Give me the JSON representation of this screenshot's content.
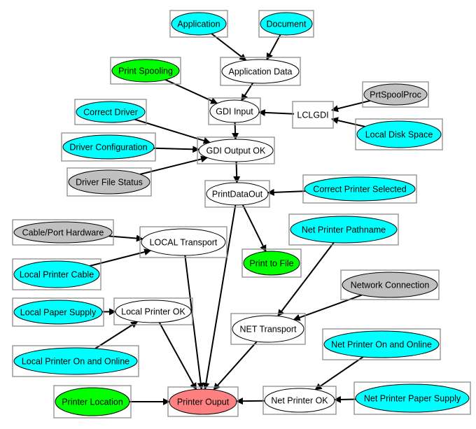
{
  "colors": {
    "cyan": "#00ffff",
    "white": "#ffffff",
    "gray": "#c0c0c0",
    "green": "#00ff00",
    "pink": "#ff8080"
  },
  "nodes": [
    {
      "id": "application",
      "label": "Application",
      "color": "cyan"
    },
    {
      "id": "document",
      "label": "Document",
      "color": "cyan"
    },
    {
      "id": "application-data",
      "label": "Application Data",
      "color": "white"
    },
    {
      "id": "print-spooling",
      "label": "Print Spooling",
      "color": "green"
    },
    {
      "id": "prt-spool-proc",
      "label": "PrtSpoolProc",
      "color": "gray"
    },
    {
      "id": "gdi-input",
      "label": "GDI Input",
      "color": "white"
    },
    {
      "id": "lclgdi",
      "label": "LCLGDI",
      "color": "white",
      "shape": "box"
    },
    {
      "id": "correct-driver",
      "label": "Correct Driver",
      "color": "cyan"
    },
    {
      "id": "local-disk-space",
      "label": "Local Disk Space",
      "color": "cyan"
    },
    {
      "id": "driver-configuration",
      "label": "Driver Configuration",
      "color": "cyan"
    },
    {
      "id": "gdi-output-ok",
      "label": "GDI Output OK",
      "color": "white"
    },
    {
      "id": "driver-file-status",
      "label": "Driver File Status",
      "color": "gray"
    },
    {
      "id": "print-data-out",
      "label": "PrintDataOut",
      "color": "white"
    },
    {
      "id": "correct-printer-selected",
      "label": "Correct Printer Selected",
      "color": "cyan"
    },
    {
      "id": "cable-port-hardware",
      "label": "Cable/Port Hardware",
      "color": "gray"
    },
    {
      "id": "local-transport",
      "label": "LOCAL Transport",
      "color": "white"
    },
    {
      "id": "net-printer-pathname",
      "label": "Net Printer Pathname",
      "color": "cyan"
    },
    {
      "id": "print-to-file",
      "label": "Print to File",
      "color": "green"
    },
    {
      "id": "local-printer-cable",
      "label": "Local Printer Cable",
      "color": "cyan"
    },
    {
      "id": "network-connection",
      "label": "Network Connection",
      "color": "gray"
    },
    {
      "id": "local-paper-supply",
      "label": "Local Paper Supply",
      "color": "cyan"
    },
    {
      "id": "local-printer-ok",
      "label": "Local Printer OK",
      "color": "white"
    },
    {
      "id": "net-transport",
      "label": "NET Transport",
      "color": "white"
    },
    {
      "id": "net-printer-on-online",
      "label": "Net Printer On and Online",
      "color": "cyan"
    },
    {
      "id": "local-printer-on-online",
      "label": "Local Printer On and Online",
      "color": "cyan"
    },
    {
      "id": "printer-location",
      "label": "Printer Location",
      "color": "green"
    },
    {
      "id": "printer-output",
      "label": "Printer Ouput",
      "color": "pink"
    },
    {
      "id": "net-printer-ok",
      "label": "Net Printer OK",
      "color": "white"
    },
    {
      "id": "net-printer-paper-supply",
      "label": "Net Printer Paper Supply",
      "color": "cyan"
    }
  ],
  "edges": [
    {
      "from": "application",
      "to": "application-data"
    },
    {
      "from": "document",
      "to": "application-data"
    },
    {
      "from": "application-data",
      "to": "gdi-input"
    },
    {
      "from": "print-spooling",
      "to": "gdi-input"
    },
    {
      "from": "lclgdi",
      "to": "gdi-input"
    },
    {
      "from": "prt-spool-proc",
      "to": "lclgdi"
    },
    {
      "from": "local-disk-space",
      "to": "lclgdi"
    },
    {
      "from": "gdi-input",
      "to": "gdi-output-ok"
    },
    {
      "from": "correct-driver",
      "to": "gdi-output-ok"
    },
    {
      "from": "driver-configuration",
      "to": "gdi-output-ok"
    },
    {
      "from": "driver-file-status",
      "to": "gdi-output-ok"
    },
    {
      "from": "gdi-output-ok",
      "to": "print-data-out"
    },
    {
      "from": "correct-printer-selected",
      "to": "print-data-out"
    },
    {
      "from": "print-data-out",
      "to": "print-to-file"
    },
    {
      "from": "print-data-out",
      "to": "printer-output"
    },
    {
      "from": "cable-port-hardware",
      "to": "local-transport"
    },
    {
      "from": "local-printer-cable",
      "to": "local-transport"
    },
    {
      "from": "local-transport",
      "to": "printer-output"
    },
    {
      "from": "local-paper-supply",
      "to": "local-printer-ok"
    },
    {
      "from": "local-printer-on-online",
      "to": "local-printer-ok"
    },
    {
      "from": "local-printer-ok",
      "to": "printer-output"
    },
    {
      "from": "net-printer-pathname",
      "to": "net-transport"
    },
    {
      "from": "network-connection",
      "to": "net-transport"
    },
    {
      "from": "net-transport",
      "to": "printer-output"
    },
    {
      "from": "net-printer-on-online",
      "to": "net-printer-ok"
    },
    {
      "from": "net-printer-paper-supply",
      "to": "net-printer-ok"
    },
    {
      "from": "net-printer-ok",
      "to": "printer-output"
    },
    {
      "from": "printer-location",
      "to": "printer-output"
    }
  ]
}
